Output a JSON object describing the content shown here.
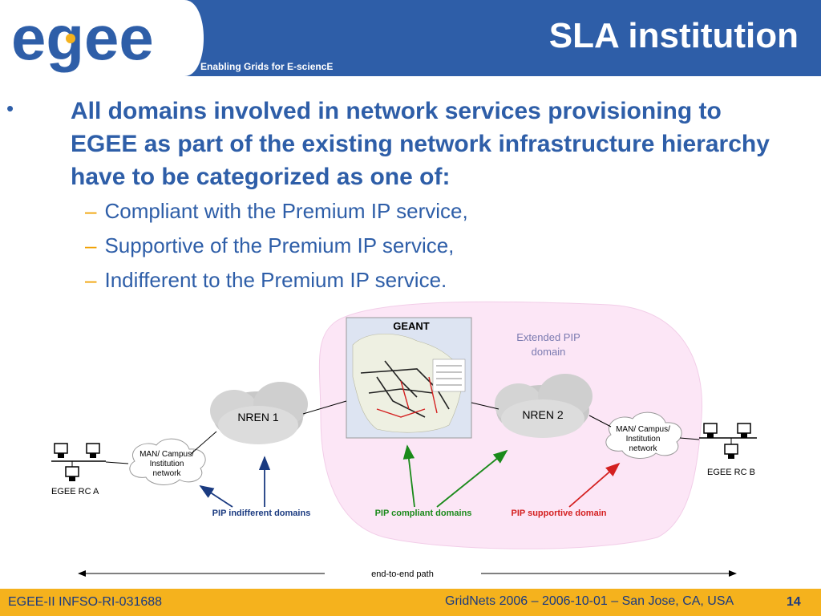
{
  "header": {
    "logo_text": "egee",
    "tagline": "Enabling Grids for E-sciencE",
    "title": "SLA institution"
  },
  "content": {
    "main_point": "All domains involved in network services provisioning to EGEE as part of the existing network infrastructure hierarchy have to be categorized as one of:",
    "sub_items": [
      "Compliant with the Premium IP service,",
      "Supportive of the Premium IP service,",
      "Indifferent to the Premium IP service."
    ]
  },
  "diagram": {
    "geant_label": "GEANT",
    "extended_pip_label_1": "Extended PIP",
    "extended_pip_label_2": "domain",
    "nren1_label": "NREN 1",
    "nren2_label": "NREN 2",
    "man_left_1": "MAN/ Campus/",
    "man_left_2": "Institution",
    "man_left_3": "network",
    "man_right_1": "MAN/ Campus/",
    "man_right_2": "Institution",
    "man_right_3": "network",
    "egee_rc_a": "EGEE RC A",
    "egee_rc_b": "EGEE RC B",
    "pip_indifferent": "PIP indifferent domains",
    "pip_compliant": "PIP compliant domains",
    "pip_supportive": "PIP supportive domain",
    "end_to_end": "end-to-end path"
  },
  "footer": {
    "left": "EGEE-II INFSO-RI-031688",
    "middle": "GridNets 2006 – 2006-10-01 – San Jose, CA, USA",
    "page": "14"
  },
  "colors": {
    "header_blue": "#2e5ea8",
    "footer_gold": "#f5b21d",
    "pip_zone_pink": "#fce6f6",
    "compliant_green": "#1a8a1a",
    "supportive_red": "#d42020",
    "indifferent_blue": "#1a3a80"
  }
}
